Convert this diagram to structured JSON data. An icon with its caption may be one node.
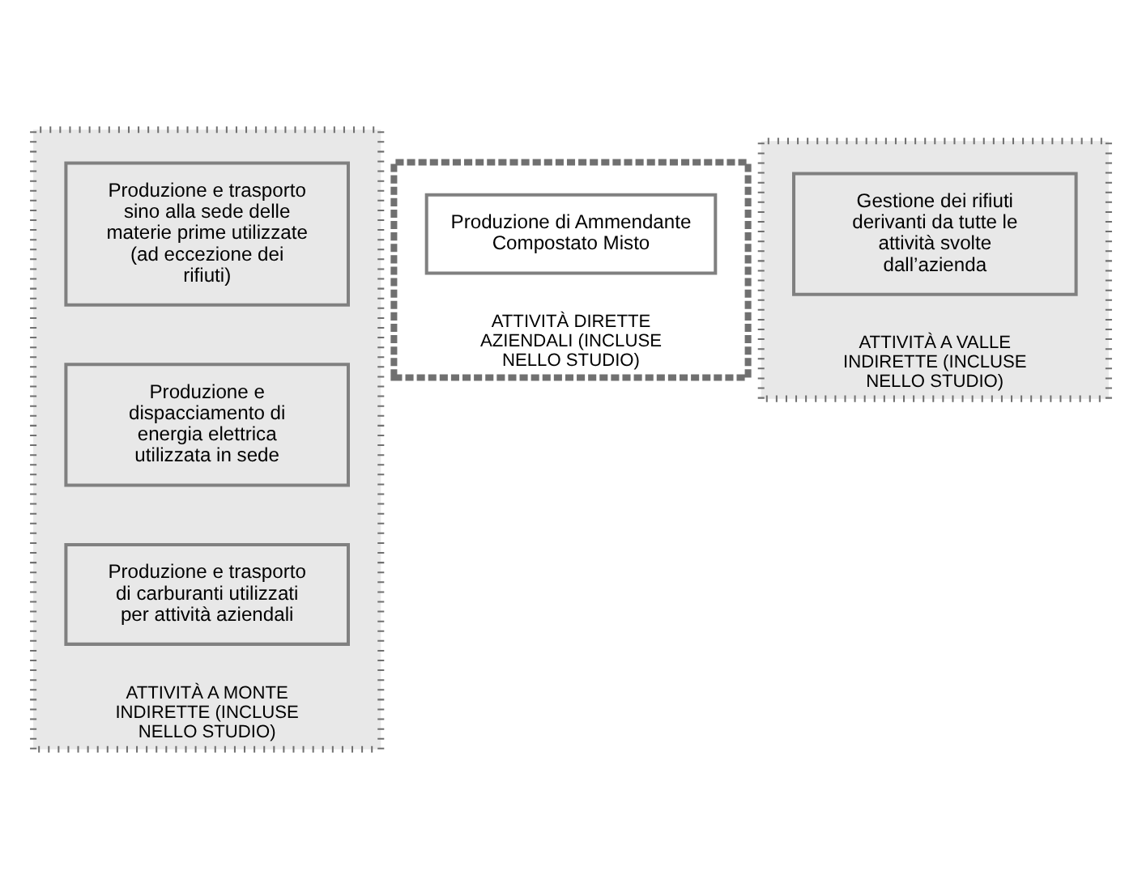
{
  "diagram": {
    "nodes": [
      {
        "text": [
          "ATTIVITÀ A MONTE INDIRETTE (INCLUSE NELLO STUDIO)"
        ]
      },
      {
        "text": [
          "Produzione e trasporto sino alla sede delle materie prime utilizzate (ad eccezione dei rifiuti)"
        ],
        "in": 0
      },
      {
        "text": [
          "Produzione e dispacciamento di energia elettrica utilizzata in sede"
        ],
        "in": 0
      },
      {
        "text": [
          "Produzione e trasporto di carburanti utilizzati per attività aziendali"
        ],
        "in": 0
      },
      {
        "text": [
          "ATTIVITÀ DIRETTE AZIENDALI (INCLUSE NELLO STUDIO)"
        ]
      },
      {
        "text": [
          "Produzione di Ammendante Compostato Misto"
        ],
        "in": 4
      },
      {
        "text": [
          "ATTIVITÀ A VALLE INDIRETTE (INCLUSE NELLO STUDIO)"
        ]
      },
      {
        "text": [
          "Gestione dei rifiuti derivanti da tutte le attività svolte dall’azienda"
        ],
        "in": 6
      }
    ]
  }
}
